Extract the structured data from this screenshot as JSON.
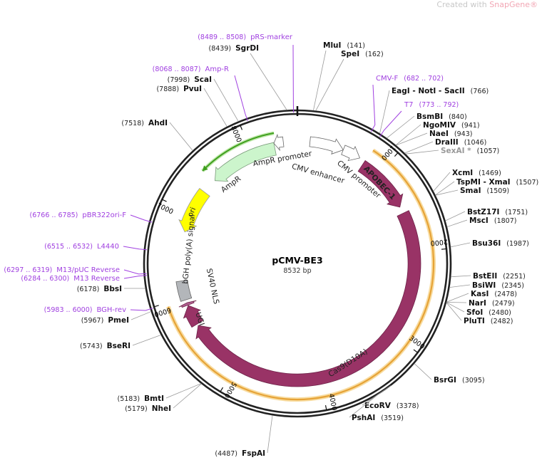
{
  "watermark": {
    "prefix": "Created with",
    "brand": "SnapGene®"
  },
  "plasmid": {
    "name": "pCMV-BE3",
    "length_label": "8532 bp",
    "length": 8532
  },
  "ticks": [
    "1000",
    "2000",
    "3000",
    "4000",
    "5000",
    "6000",
    "7000",
    "8000"
  ],
  "colors": {
    "cargo": "#993366",
    "ampr": "#ccf5cc",
    "ori": "#ffff00",
    "polya": "#b3b6ba",
    "orange_track": "#e6a337",
    "green_track": "#3f9e1e",
    "primer": "#a040e0",
    "ring": "#222222"
  },
  "features": [
    {
      "name": "CMV enhancer",
      "start": 140,
      "end": 520,
      "dir": 1,
      "kind": "cmv"
    },
    {
      "name": "CMV promoter",
      "start": 520,
      "end": 725,
      "dir": 1,
      "kind": "cmv"
    },
    {
      "name": "APOBEC-1",
      "start": 790,
      "end": 1450,
      "dir": 1,
      "kind": "cargo"
    },
    {
      "name": "Cas9(D10A)",
      "start": 1530,
      "end": 5640,
      "dir": 1,
      "kind": "cargo"
    },
    {
      "name": "UGI",
      "start": 5660,
      "end": 5900,
      "dir": 1,
      "kind": "cargo"
    },
    {
      "name": "SV40 NLS",
      "start": 5905,
      "end": 5935,
      "dir": 1,
      "kind": "nls"
    },
    {
      "name": "bGH poly(A) signal",
      "start": 5970,
      "end": 6195,
      "dir": 0,
      "kind": "polya"
    },
    {
      "name": "ori",
      "start": 6770,
      "end": 7290,
      "dir": -1,
      "kind": "ori"
    },
    {
      "name": "AmpR",
      "start": 7470,
      "end": 8270,
      "dir": -1,
      "kind": "ampr"
    },
    {
      "name": "AmpR promoter",
      "start": 8270,
      "end": 8375,
      "dir": -1,
      "kind": "cmv"
    }
  ],
  "enzymes": [
    {
      "name": "MluI",
      "pos": "141",
      "side": "r"
    },
    {
      "name": "SpeI",
      "pos": "162",
      "side": "r"
    },
    {
      "name": "EagI  -  NotI  -  SacII",
      "pos": "766",
      "side": "r"
    },
    {
      "name": "BsmBI",
      "pos": "840",
      "side": "r"
    },
    {
      "name": "NgoMIV",
      "pos": "941",
      "side": "r"
    },
    {
      "name": "NaeI",
      "pos": "943",
      "side": "r"
    },
    {
      "name": "DraIII",
      "pos": "1046",
      "side": "r"
    },
    {
      "name": "SexAI *",
      "pos": "1057",
      "side": "r",
      "muted": true
    },
    {
      "name": "XcmI",
      "pos": "1469",
      "side": "r"
    },
    {
      "name": "TspMI  -  XmaI",
      "pos": "1507",
      "side": "r"
    },
    {
      "name": "SmaI",
      "pos": "1509",
      "side": "r"
    },
    {
      "name": "BstZ17I",
      "pos": "1751",
      "side": "r"
    },
    {
      "name": "MscI",
      "pos": "1807",
      "side": "r"
    },
    {
      "name": "Bsu36I",
      "pos": "1987",
      "side": "r"
    },
    {
      "name": "BstEII",
      "pos": "2251",
      "side": "r"
    },
    {
      "name": "BsiWI",
      "pos": "2345",
      "side": "r"
    },
    {
      "name": "KasI",
      "pos": "2478",
      "side": "r"
    },
    {
      "name": "NarI",
      "pos": "2479",
      "side": "r"
    },
    {
      "name": "SfoI",
      "pos": "2480",
      "side": "r"
    },
    {
      "name": "PluTI",
      "pos": "2482",
      "side": "r"
    },
    {
      "name": "BsrGI",
      "pos": "3095",
      "side": "r"
    },
    {
      "name": "EcoRV",
      "pos": "3378",
      "side": "r"
    },
    {
      "name": "PshAI",
      "pos": "3519",
      "side": "r"
    },
    {
      "name": "FspAI",
      "pos": "4487",
      "side": "l"
    },
    {
      "name": "NheI",
      "pos": "5179",
      "side": "l"
    },
    {
      "name": "BmtI",
      "pos": "5183",
      "side": "l"
    },
    {
      "name": "BseRI",
      "pos": "5743",
      "side": "l"
    },
    {
      "name": "PmeI",
      "pos": "5967",
      "side": "l"
    },
    {
      "name": "BbsI",
      "pos": "6178",
      "side": "l"
    },
    {
      "name": "AhdI",
      "pos": "7518",
      "side": "l"
    },
    {
      "name": "PvuI",
      "pos": "7888",
      "side": "l"
    },
    {
      "name": "ScaI",
      "pos": "7998",
      "side": "l"
    },
    {
      "name": "SgrDI",
      "pos": "8439",
      "side": "l"
    }
  ],
  "primers": [
    {
      "name": "pRS-marker",
      "range": "(8489 .. 8508)",
      "pos": 8498,
      "side": "l"
    },
    {
      "name": "Amp-R",
      "range": "(8068 .. 8087)",
      "pos": 8077,
      "side": "l"
    },
    {
      "name": "CMV-F",
      "range": "(682 .. 702)",
      "pos": 692,
      "side": "r"
    },
    {
      "name": "T7",
      "range": "(773 .. 792)",
      "pos": 782,
      "side": "r"
    },
    {
      "name": "pBR322ori-F",
      "range": "(6766 .. 6785)",
      "pos": 6775,
      "side": "l"
    },
    {
      "name": "L4440",
      "range": "(6515 .. 6532)",
      "pos": 6523,
      "side": "l"
    },
    {
      "name": "M13/pUC Reverse",
      "range": "(6297 .. 6319)",
      "pos": 6308,
      "side": "l"
    },
    {
      "name": "M13 Reverse",
      "range": "(6284 .. 6300)",
      "pos": 6292,
      "side": "l"
    },
    {
      "name": "BGH-rev",
      "range": "(5983 .. 6000)",
      "pos": 5991,
      "side": "l"
    }
  ],
  "tracks": [
    {
      "name": "orange-track",
      "start": 800,
      "end": 5960
    },
    {
      "name": "green-track",
      "start": 7450,
      "end": 8290
    }
  ]
}
